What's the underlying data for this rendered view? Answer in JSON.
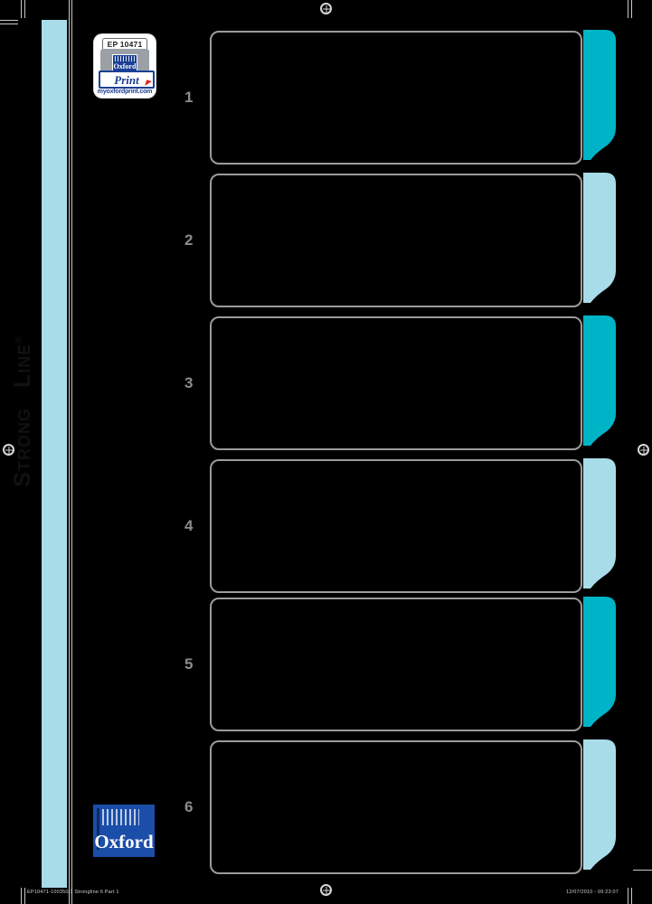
{
  "document": {
    "product_name_parts": [
      "Strong",
      "Line"
    ],
    "registered_mark": "®",
    "background_color": "#000000",
    "spine_color": "#a8dce8",
    "panel_outline_color": "#9b9b9b",
    "number_color": "#8c8c8c"
  },
  "print_logo": {
    "code": "EP 10471",
    "brand": "Oxford",
    "action_label": "Print",
    "url": "myoxfordprint.com"
  },
  "oxford_logo": {
    "brand": "Oxford"
  },
  "tabs": [
    {
      "number": "1",
      "color": "#00b4c8",
      "color_name": "cyan"
    },
    {
      "number": "2",
      "color": "#a8dce8",
      "color_name": "light-blue"
    },
    {
      "number": "3",
      "color": "#00b4c8",
      "color_name": "cyan"
    },
    {
      "number": "4",
      "color": "#a8dce8",
      "color_name": "light-blue"
    },
    {
      "number": "5",
      "color": "#00b4c8",
      "color_name": "cyan"
    },
    {
      "number": "6",
      "color": "#a8dce8",
      "color_name": "light-blue"
    }
  ],
  "footer": {
    "left_text": "EP10471-100350/1 Strongline 6 Part 1",
    "right_text": "12/07/2010 - 09:23:07"
  },
  "marks": {
    "registration_icon": "registration-target",
    "crop_icon": "crop-mark"
  }
}
